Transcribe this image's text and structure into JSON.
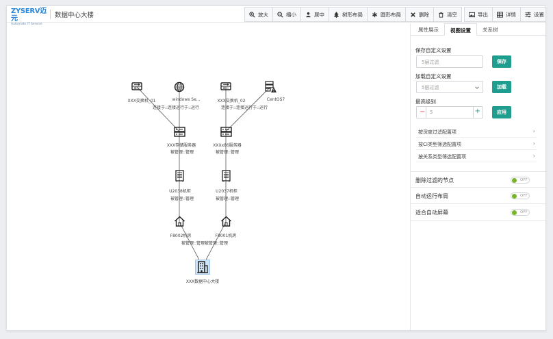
{
  "header": {
    "logo_brand": "ZYSERV",
    "logo_cn": "迈元",
    "logo_tagline": "Automate IT Service",
    "title": "数据中心大楼"
  },
  "toolbar": {
    "zoom_in": "放大",
    "zoom_out": "缩小",
    "center": "居中",
    "tree_layout": "树形布局",
    "circle_layout": "圆形布局",
    "delete": "删除",
    "clear": "清空",
    "export": "导出",
    "details": "详情",
    "settings": "设置"
  },
  "graph": {
    "nodes": {
      "switch1": "XXX交换机_01",
      "win": "windows Se...",
      "switch2": "XXX交换机_02",
      "centos": "CentOS7",
      "storage": "XXX存储服务器",
      "x86": "XXXx86服务器",
      "rack1": "U2038机柜",
      "rack2": "U2037机柜",
      "room1": "F8002机房",
      "room2": "F8001机房",
      "building": "XXX数据中心大楼"
    },
    "edge_labels": {
      "top_left": "连接于::连接运行于::运行",
      "top_right": "连接于::连接运行于::运行",
      "mid_left": "被管理::管理",
      "mid_right": "被管理::管理",
      "rack_left": "被管理::管理",
      "rack_right": "被管理::管理",
      "bottom": "被管理::管理被管理::管理"
    }
  },
  "panel": {
    "tabs": [
      "属性展示",
      "视图设置",
      "关系树"
    ],
    "active_tab": "视图设置",
    "save_title": "保存自定义设置",
    "save_input_value": "5层过滤",
    "save_button": "保存",
    "load_title": "加载自定义设置",
    "load_select_value": "5层过滤",
    "load_button": "加载",
    "max_level_title": "最高级别",
    "level_minus": "−",
    "level_value": "5",
    "level_plus": "+",
    "apply_button": "应用",
    "filters": [
      "按深度过滤配置项",
      "按CI类型筛选配置项",
      "按关系类型筛选配置项"
    ],
    "toggles": [
      {
        "label": "删除过滤的节点",
        "state": "OFF"
      },
      {
        "label": "自动运行布局",
        "state": "OFF"
      },
      {
        "label": "适合自动屏幕",
        "state": "OFF"
      }
    ]
  },
  "colors": {
    "accent": "#1f9e8f",
    "brand": "#2a86d6",
    "switch_on_knob": "#7ab32e",
    "minus": "#e05050",
    "selected_node": "#cfe4f7"
  }
}
